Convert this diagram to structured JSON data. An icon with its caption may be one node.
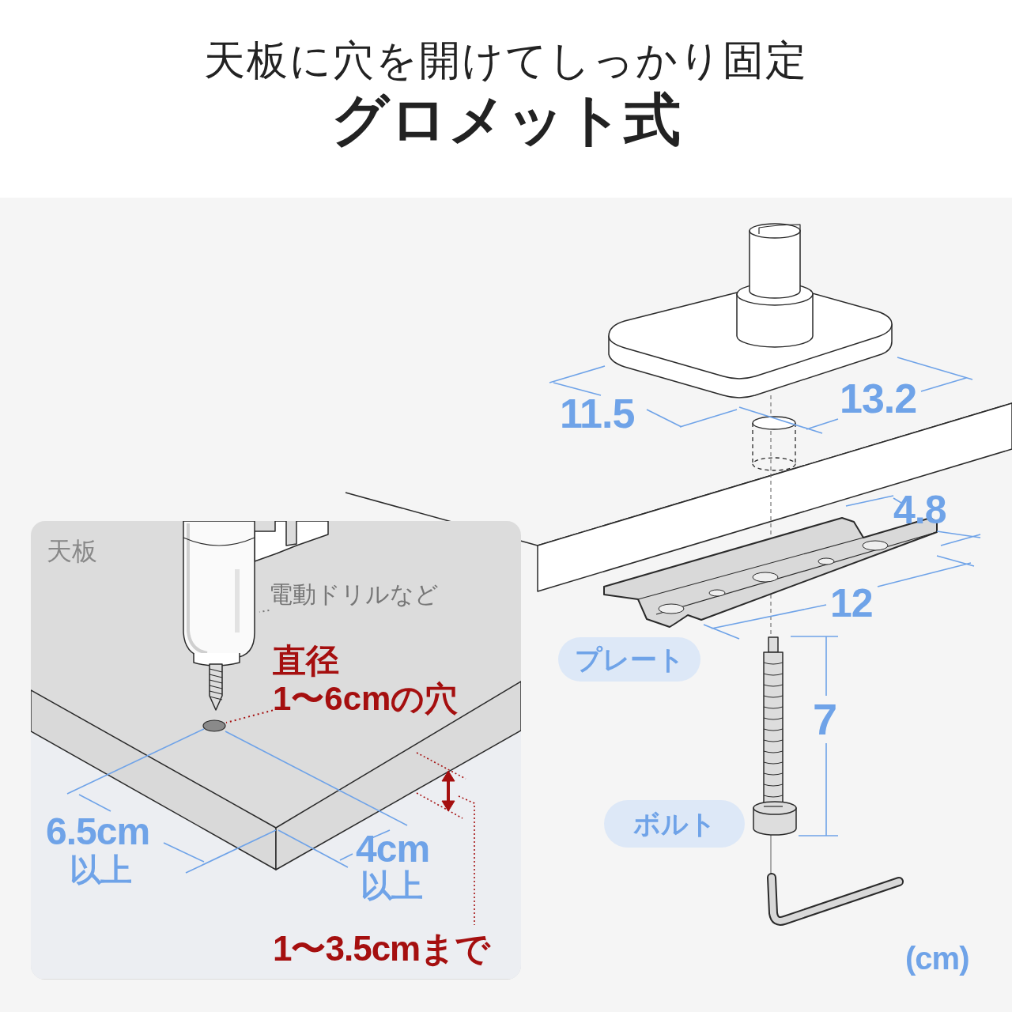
{
  "diagram": {
    "title": "グロメット式",
    "nodes": [
      {
        "text": [
          "天板"
        ]
      },
      {
        "text": [
          "電動ドリルなど"
        ],
        "in": 0
      },
      {
        "text": [],
        "shape": "picture",
        "in": 0
      },
      {
        "text": [
          "直径",
          "1〜6cmの穴"
        ],
        "in": 0
      },
      {
        "text": [],
        "shape": "circle",
        "in": 0
      },
      {
        "text": [
          "プレート"
        ]
      },
      {
        "text": [
          "ボルト"
        ]
      }
    ],
    "edges": [
      {
        "from": 1,
        "to": 2,
        "arrow": "none",
        "style": "dashed"
      },
      {
        "from": 3,
        "to": 4,
        "arrow": "none",
        "style": "dashed",
        "color": "#a50f0f"
      }
    ],
    "labels": [
      "天板に穴を開けてしっかり固定",
      "11.5",
      "13.2",
      "4.8",
      "12",
      "7",
      "6.5cm",
      "以上",
      "4cm",
      "以上",
      "1〜3.5cmまで",
      "(cm)"
    ]
  }
}
